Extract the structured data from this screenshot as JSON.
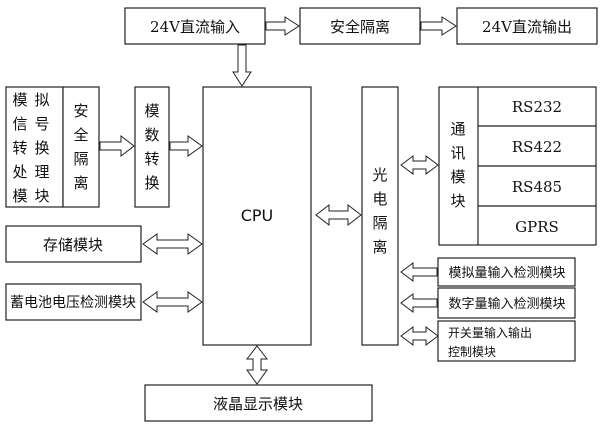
{
  "blocks": {
    "dc_input": "24V直流输入",
    "safety_isolation_top": "安全隔离",
    "dc_output": "24V直流输出",
    "analog_module": [
      "模",
      "拟",
      "信",
      "号",
      "转",
      "换",
      "处",
      "理",
      "模",
      "块"
    ],
    "safety_isolation_left": [
      "安",
      "全",
      "隔",
      "离"
    ],
    "ad_convert": [
      "模",
      "数",
      "转",
      "换"
    ],
    "cpu": "CPU",
    "opto_isolation": [
      "光",
      "电",
      "隔",
      "离"
    ],
    "comm_module": [
      "通",
      "讯",
      "模",
      "块"
    ],
    "comm_ports": [
      "RS232",
      "RS422",
      "RS485",
      "GPRS"
    ],
    "storage": "存储模块",
    "battery_detect": "蓄电池电压检测模块",
    "analog_input_detect": "模拟量输入检测模块",
    "digital_input_detect": "数字量输入检测模块",
    "switch_io_line1": "开关量输入输出",
    "switch_io_line2": "控制模块",
    "lcd": "液晶显示模块"
  }
}
